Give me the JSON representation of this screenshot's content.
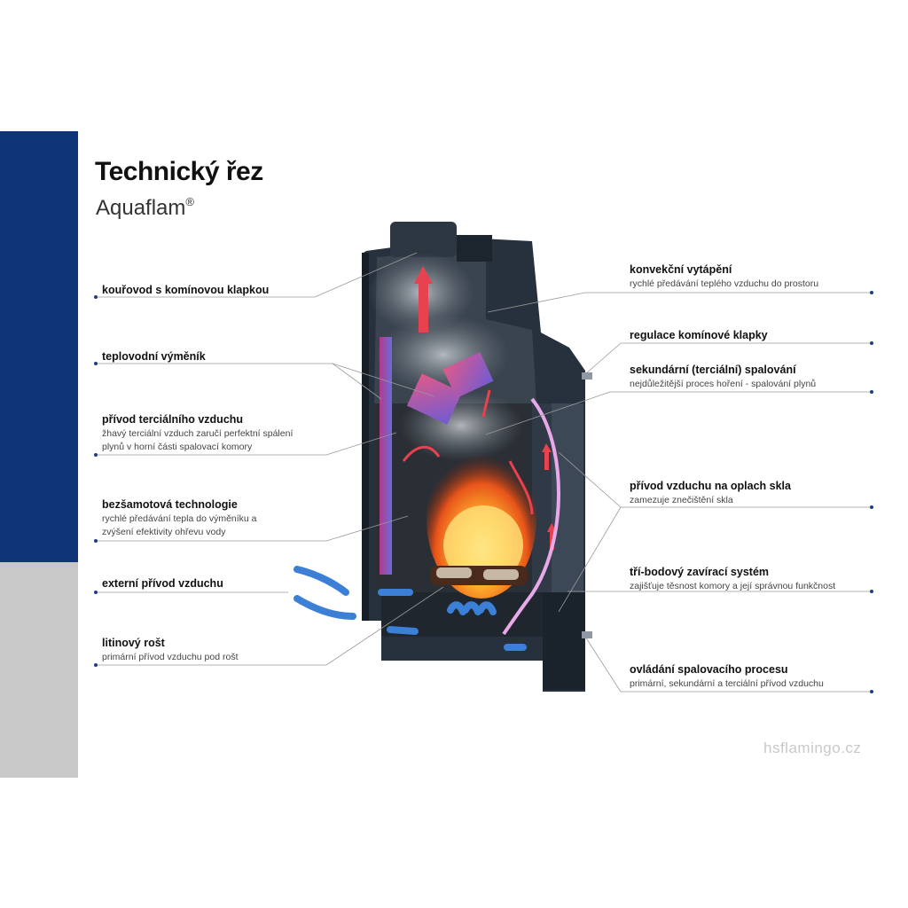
{
  "header": {
    "title": "Technický řez",
    "subtitle": "Aquaflam",
    "subtitle_mark": "®"
  },
  "labels_left": [
    {
      "head": "kouřovod s komínovou klapkou"
    },
    {
      "head": "teplovodní výměník"
    },
    {
      "head": "přívod terciálního vzduchu",
      "desc": [
        "žhavý terciální vzduch zaručí perfektní spálení",
        "plynů v horní části spalovací komory"
      ]
    },
    {
      "head": "bezšamotová technologie",
      "desc": [
        "rychlé předávání tepla do výměníku a",
        "zvýšení efektivity ohřevu vody"
      ]
    },
    {
      "head": "externí přívod vzduchu"
    },
    {
      "head": "litinový rošt",
      "desc": [
        "primární přívod vzduchu pod rošt"
      ]
    }
  ],
  "labels_right": [
    {
      "head": "konvekční vytápění",
      "desc": [
        "rychlé předávání teplého vzduchu do prostoru"
      ]
    },
    {
      "head": "regulace komínové klapky"
    },
    {
      "head": "sekundární (terciální) spalování",
      "desc": [
        "nejdůležitější proces hoření - spalování plynů"
      ]
    },
    {
      "head": "přívod vzduchu na oplach skla",
      "desc": [
        "zamezuje znečištění skla"
      ]
    },
    {
      "head": "tří-bodový zavírací systém",
      "desc": [
        "zajišťuje těsnost komory a její správnou funkčnost"
      ]
    },
    {
      "head": "ovládání spalovacího procesu",
      "desc": [
        "primární, sekundární a terciální přívod vzduchu"
      ]
    }
  ],
  "watermark": "hsflamingo.cz",
  "colors": {
    "brand_blue": "#0f3578",
    "side_gray": "#c8c8c8",
    "leader": "#9a9a9a",
    "dot": "#1b3f7d",
    "stove_body": "#1e2a36",
    "hot_air": "#e8414f",
    "cold_air": "#3b7fd6"
  }
}
